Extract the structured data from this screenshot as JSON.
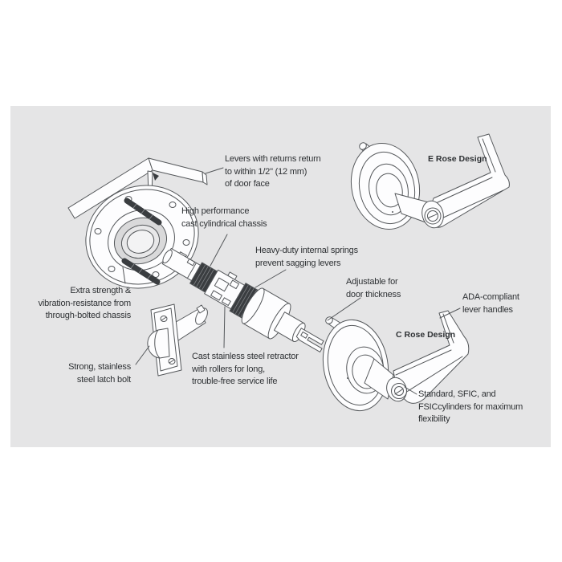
{
  "figure": {
    "type": "exploded-lockset-diagram",
    "colors": {
      "page_background": "#ffffff",
      "panel_background": "#e5e5e6",
      "line_art": "#54575a",
      "dark_parts": "#3a3d40",
      "text": "#2e3134"
    }
  },
  "labels": {
    "levers_return": "Levers with returns return\nto within 1/2\" (12 mm)\nof door face",
    "e_rose": "E Rose Design",
    "high_performance": "High performance\ncast cylindrical chassis",
    "heavy_duty": "Heavy-duty internal springs\nprevent sagging levers",
    "adjustable": "Adjustable for\ndoor thickness",
    "ada": "ADA-compliant\nlever handles",
    "c_rose": "C Rose Design",
    "cylinders": "Standard, SFIC, and\nFSICcylinders for maximum\nflexibility",
    "extra_strength": "Extra strength &\nvibration-resistance from\nthrough-bolted chassis",
    "latch_bolt": "Strong, stainless\nsteel latch bolt",
    "retractor": "Cast stainless steel retractor\nwith rollers for long,\ntrouble-free service life"
  }
}
